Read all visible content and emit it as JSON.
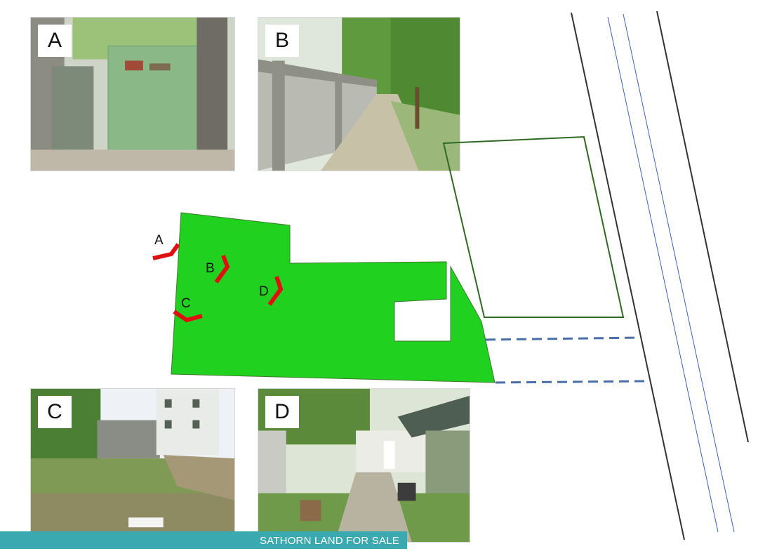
{
  "photos": [
    {
      "letter": "A",
      "subject": "green metal gate between concrete pillars"
    },
    {
      "letter": "B",
      "subject": "narrow lane beside concrete wall"
    },
    {
      "letter": "C",
      "subject": "cleared overgrown lot with buildings behind"
    },
    {
      "letter": "D",
      "subject": "garden courtyard with house and shed"
    }
  ],
  "plot_markers": [
    "A",
    "B",
    "C",
    "D"
  ],
  "footer": {
    "text": "SATHORN LAND FOR SALE"
  },
  "colors": {
    "plot_fill": "#21d11f",
    "plot_outline": "#3a7a2a",
    "neighbor_outline": "#2f6a22",
    "marker_red": "#e01010",
    "road_dark": "#333333",
    "road_blue": "#3b63b8",
    "dashed_road": "#4a6fa8",
    "footer_bar": "#3aa9b0"
  }
}
